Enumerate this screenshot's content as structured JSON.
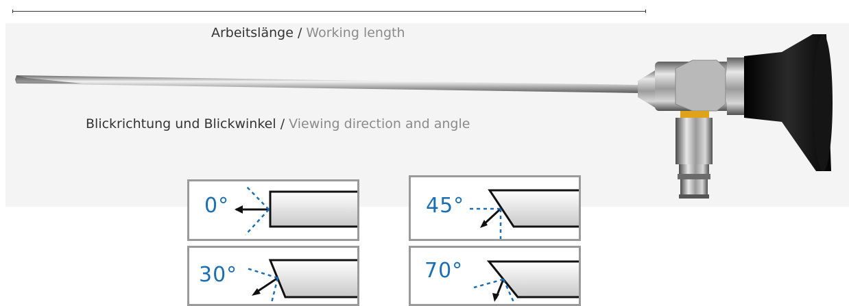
{
  "labels": {
    "working_length_de": "Arbeitslänge",
    "working_length_sep": "/",
    "working_length_en": "Working length",
    "viewing_de": "Blickrichtung und Blickwinkel",
    "viewing_sep": "/",
    "viewing_en": "Viewing direction and angle"
  },
  "angles": [
    {
      "label": "0°"
    },
    {
      "label": "45°"
    },
    {
      "label": "30°"
    },
    {
      "label": "70°"
    }
  ],
  "colors": {
    "accent_blue": "#1a6fb4",
    "dark_text": "#333333",
    "light_text": "#8a8a8a",
    "box_border": "#9a9a9a",
    "eyepiece_black": "#111111",
    "collar_orange": "#e0a21a"
  }
}
